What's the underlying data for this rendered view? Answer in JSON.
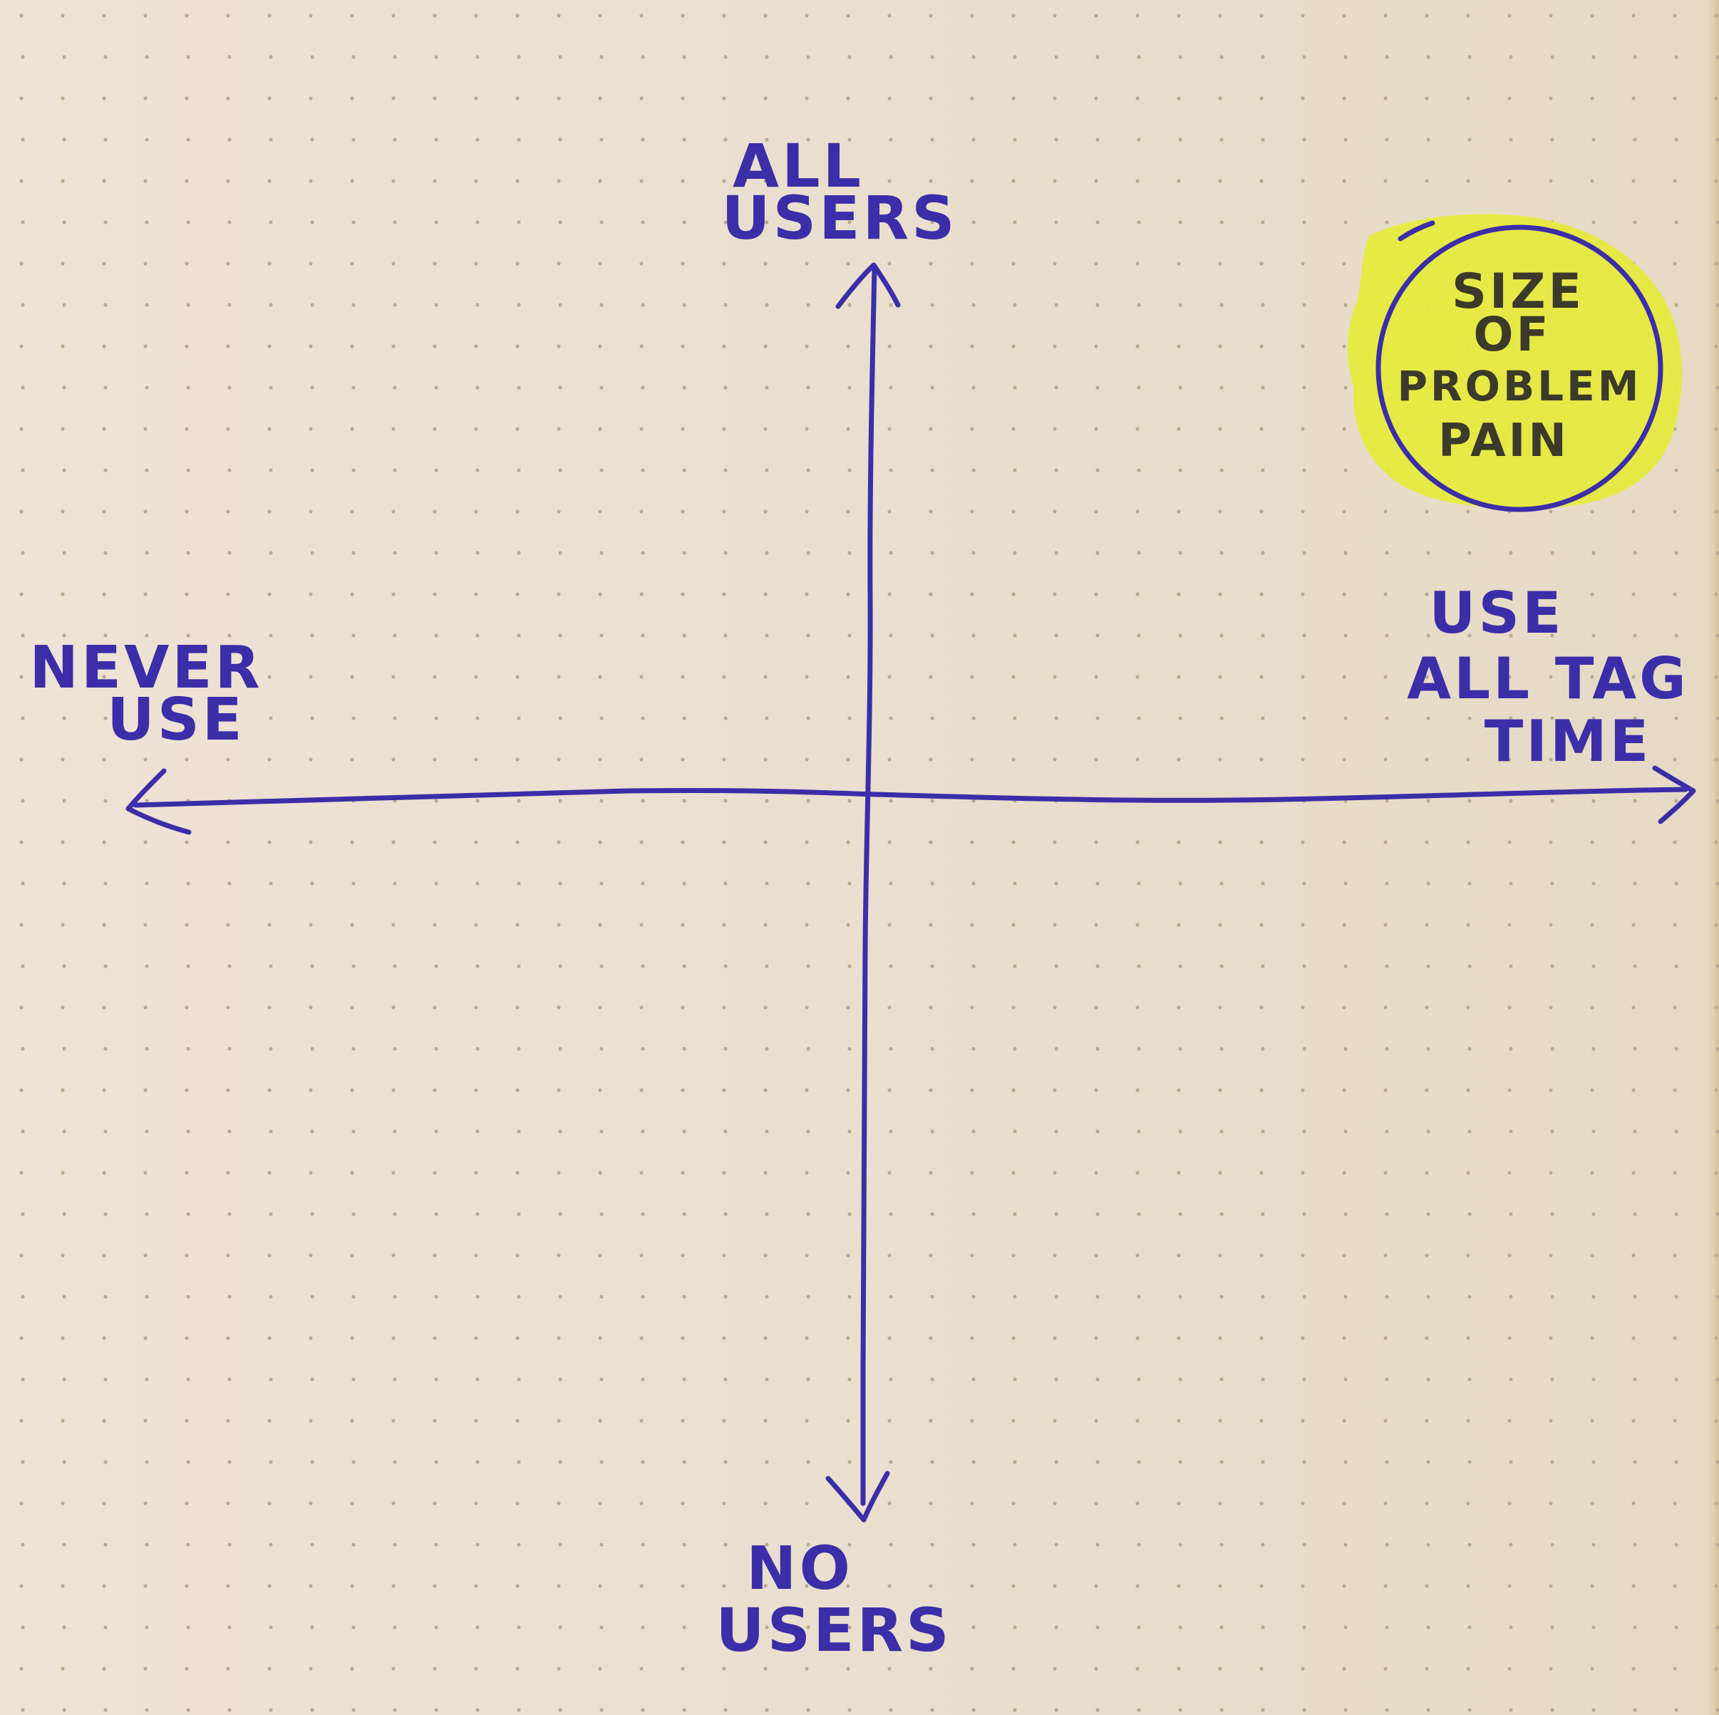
{
  "colors": {
    "ink": "#3b2ea8",
    "paper": "#eadfcf",
    "dot": "#b9a98f",
    "highlight": "#e6ea3a",
    "highlight_text": "#3c3a2a"
  },
  "axes": {
    "top_label": [
      "ALL",
      "USERS"
    ],
    "bottom_label": [
      "NO",
      "USERS"
    ],
    "left_label": [
      "NEVER",
      "USE"
    ],
    "right_label": [
      "USE",
      "ALL TAG",
      "TIME"
    ]
  },
  "legend": {
    "lines": [
      "SIZE",
      "OF",
      "PROBLEM",
      "PAIN"
    ]
  }
}
